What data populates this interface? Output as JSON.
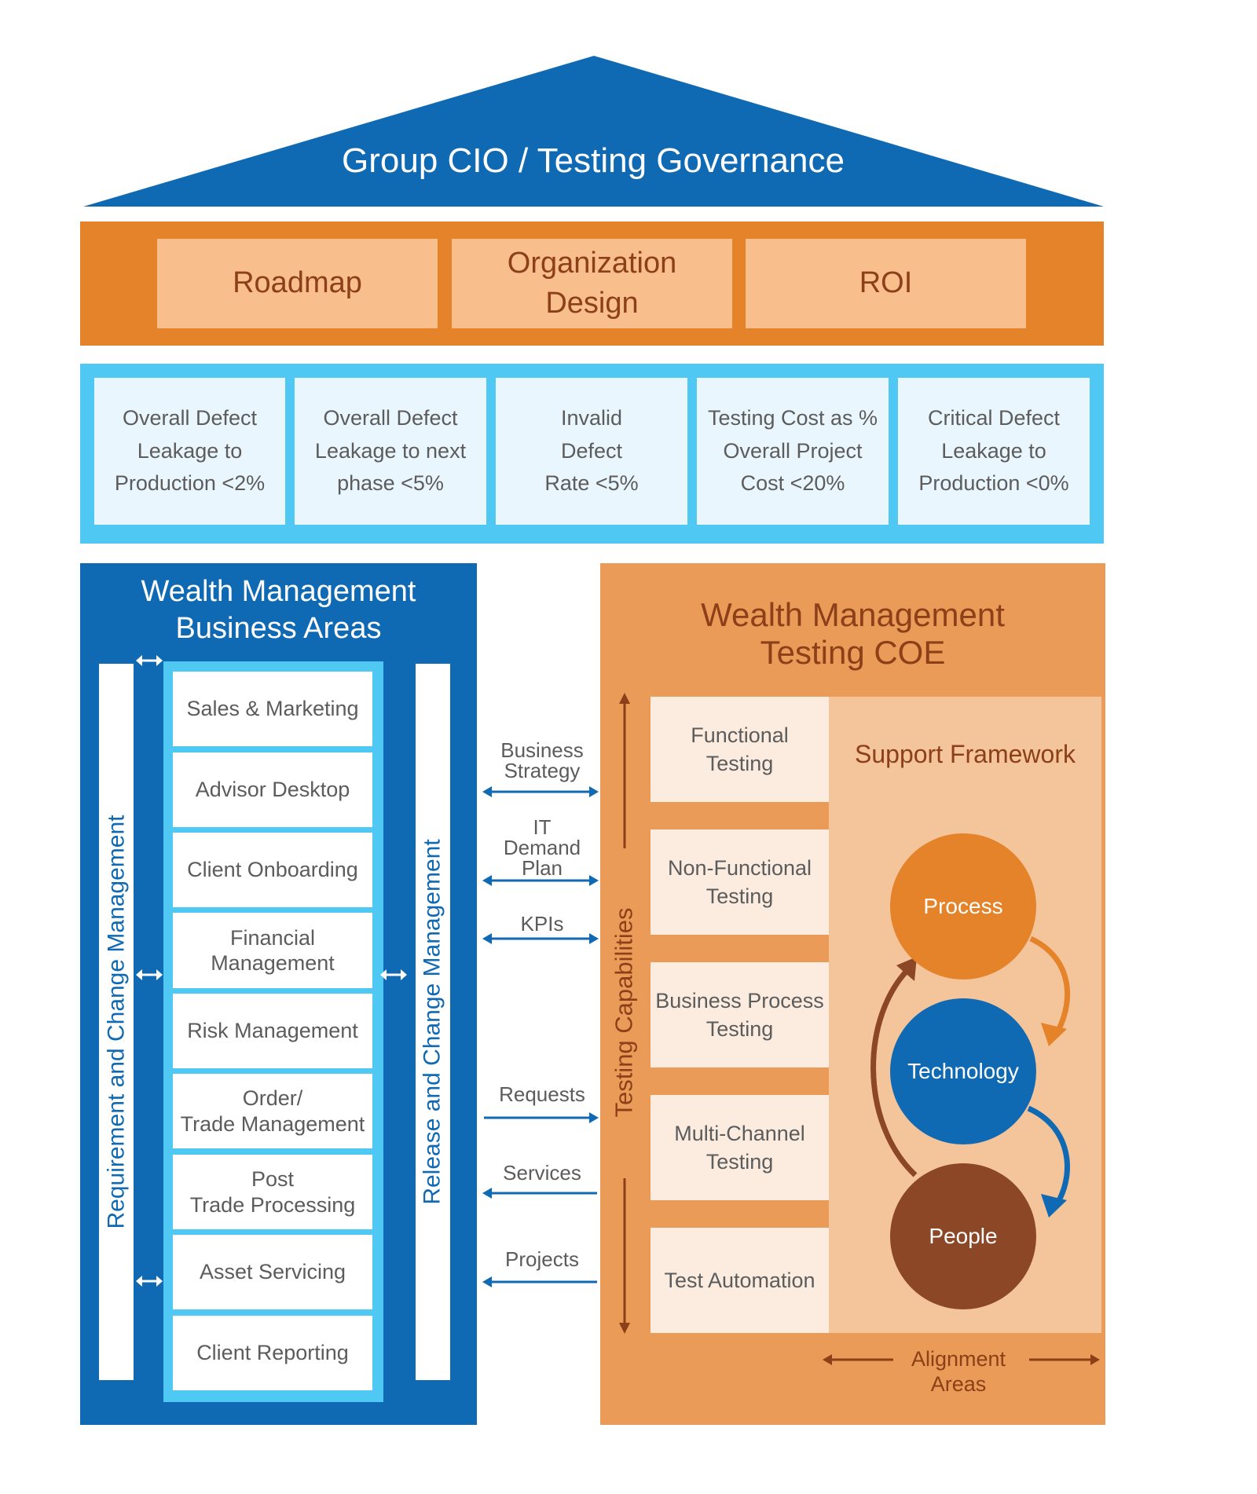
{
  "governance": {
    "title": "Group CIO / Testing Governance"
  },
  "pillars": [
    "Roadmap",
    "Organization\nDesign",
    "ROI"
  ],
  "kpis": [
    "Overall Defect\nLeakage to\nProduction <2%",
    "Overall Defect\nLeakage to next\nphase <5%",
    "Invalid\nDefect\nRate <5%",
    "Testing Cost as %\nOverall Project\nCost <20%",
    "Critical Defect\nLeakage to\nProduction <0%"
  ],
  "business_areas": {
    "title": "Wealth Management\nBusiness Areas",
    "left_label": "Requirement and Change Management",
    "right_label": "Release and Change Management",
    "items": [
      "Sales & Marketing",
      "Advisor Desktop",
      "Client Onboarding",
      "Financial\nManagement",
      "Risk Management",
      "Order/\nTrade Management",
      "Post\nTrade Processing",
      "Asset Servicing",
      "Client Reporting"
    ]
  },
  "flows": [
    {
      "label": "Business\nStrategy",
      "direction": "both"
    },
    {
      "label": "IT\nDemand\nPlan",
      "direction": "both"
    },
    {
      "label": "KPIs",
      "direction": "both"
    },
    {
      "label": "Requests",
      "direction": "right"
    },
    {
      "label": "Services",
      "direction": "left"
    },
    {
      "label": "Projects",
      "direction": "left"
    }
  ],
  "coe": {
    "title": "Wealth Management\nTesting COE",
    "capabilities_label": "Testing Capabilities",
    "capabilities": [
      "Functional\nTesting",
      "Non-Functional\nTesting",
      "Business Process\nTesting",
      "Multi-Channel\nTesting",
      "Test Automation"
    ],
    "support_title": "Support Framework",
    "cycle": [
      "Process",
      "Technology",
      "People"
    ],
    "alignment_label": "Alignment\nAreas"
  },
  "colors": {
    "dark_blue": "#106ab3",
    "cyan": "#4fc8f4",
    "orange": "#e5832a",
    "peach": "#f8be8b",
    "coe_orange": "#e99b57",
    "brown": "#8c3f18",
    "people_brown": "#8b4726"
  }
}
